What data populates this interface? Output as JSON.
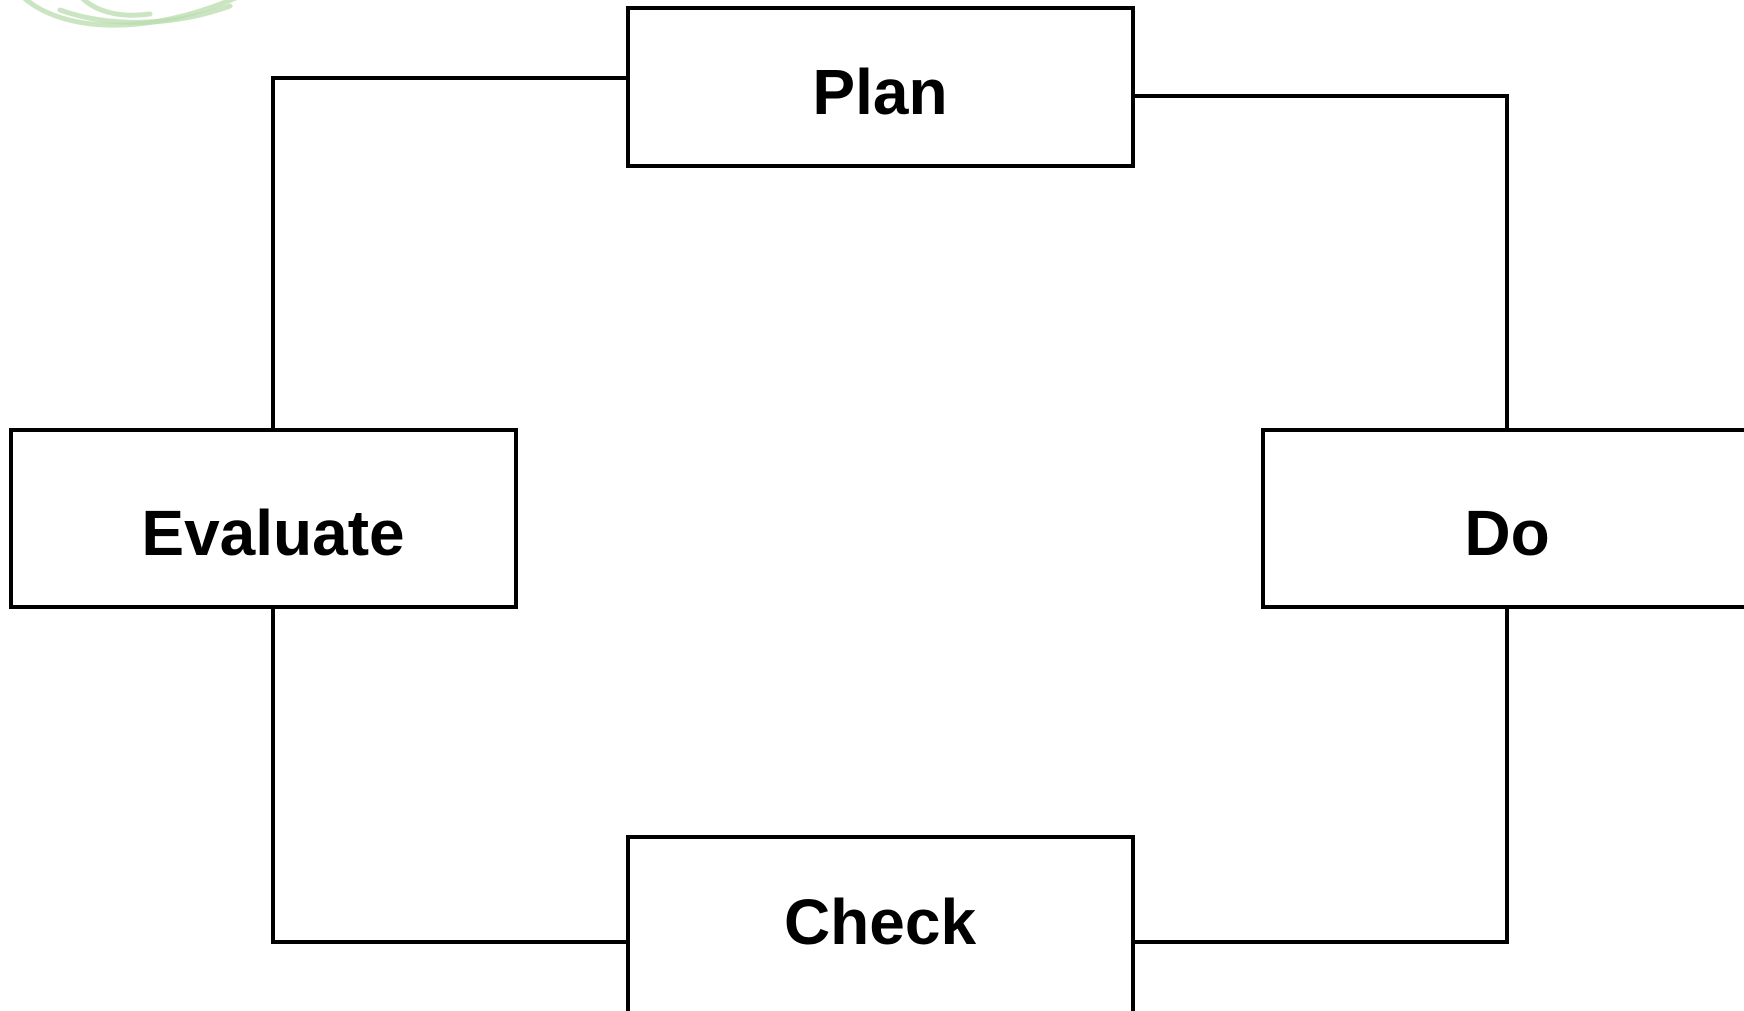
{
  "diagram": {
    "type": "cycle",
    "nodes": {
      "plan": "Plan",
      "do": "Do",
      "check": "Check",
      "evaluate": "Evaluate"
    },
    "edges": [
      [
        "plan",
        "do"
      ],
      [
        "do",
        "check"
      ],
      [
        "check",
        "evaluate"
      ],
      [
        "evaluate",
        "plan"
      ]
    ]
  },
  "colors": {
    "stroke": "#000000",
    "background": "#ffffff",
    "decoration": "#b9dcae"
  },
  "icons": {
    "decoration": "leaf-swoosh-icon"
  }
}
